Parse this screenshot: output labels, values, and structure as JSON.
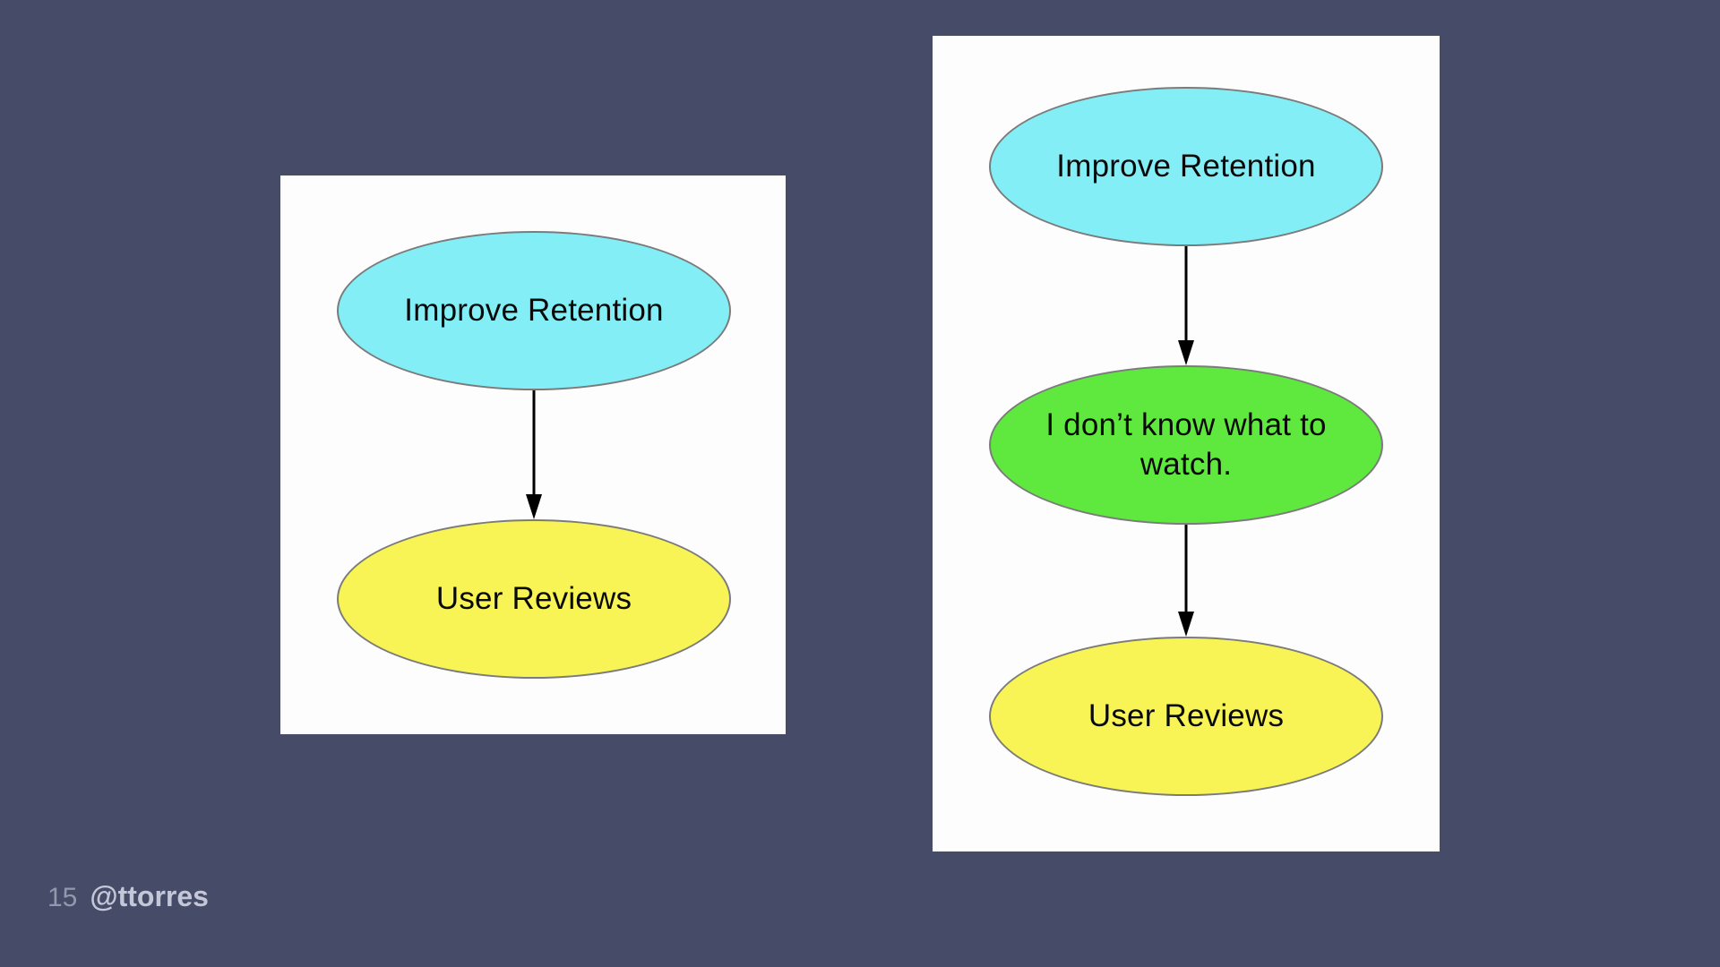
{
  "colors": {
    "background": "#464b67",
    "panel": "#fdfdfd",
    "node_border": "#7b7b7b",
    "cyan": "#84eef6",
    "green": "#5fe83e",
    "yellow": "#f8f455",
    "arrow": "#000000",
    "page_number_color": "#9298ad",
    "handle_color": "#c3c7d8"
  },
  "footer": {
    "page_number": "15",
    "handle": "@ttorres"
  },
  "panels": [
    {
      "side": "left",
      "nodes": [
        {
          "id": "improve-retention",
          "label": "Improve Retention",
          "fill": "#84eef6"
        },
        {
          "id": "user-reviews",
          "label": "User Reviews",
          "fill": "#f8f455"
        }
      ],
      "edges": [
        {
          "from": "improve-retention",
          "to": "user-reviews"
        }
      ]
    },
    {
      "side": "right",
      "nodes": [
        {
          "id": "improve-retention",
          "label": "Improve Retention",
          "fill": "#84eef6"
        },
        {
          "id": "dont-know-what-to-watch",
          "label": "I don’t know what to watch.",
          "fill": "#5fe83e"
        },
        {
          "id": "user-reviews",
          "label": "User Reviews",
          "fill": "#f8f455"
        }
      ],
      "edges": [
        {
          "from": "improve-retention",
          "to": "dont-know-what-to-watch"
        },
        {
          "from": "dont-know-what-to-watch",
          "to": "user-reviews"
        }
      ]
    }
  ]
}
